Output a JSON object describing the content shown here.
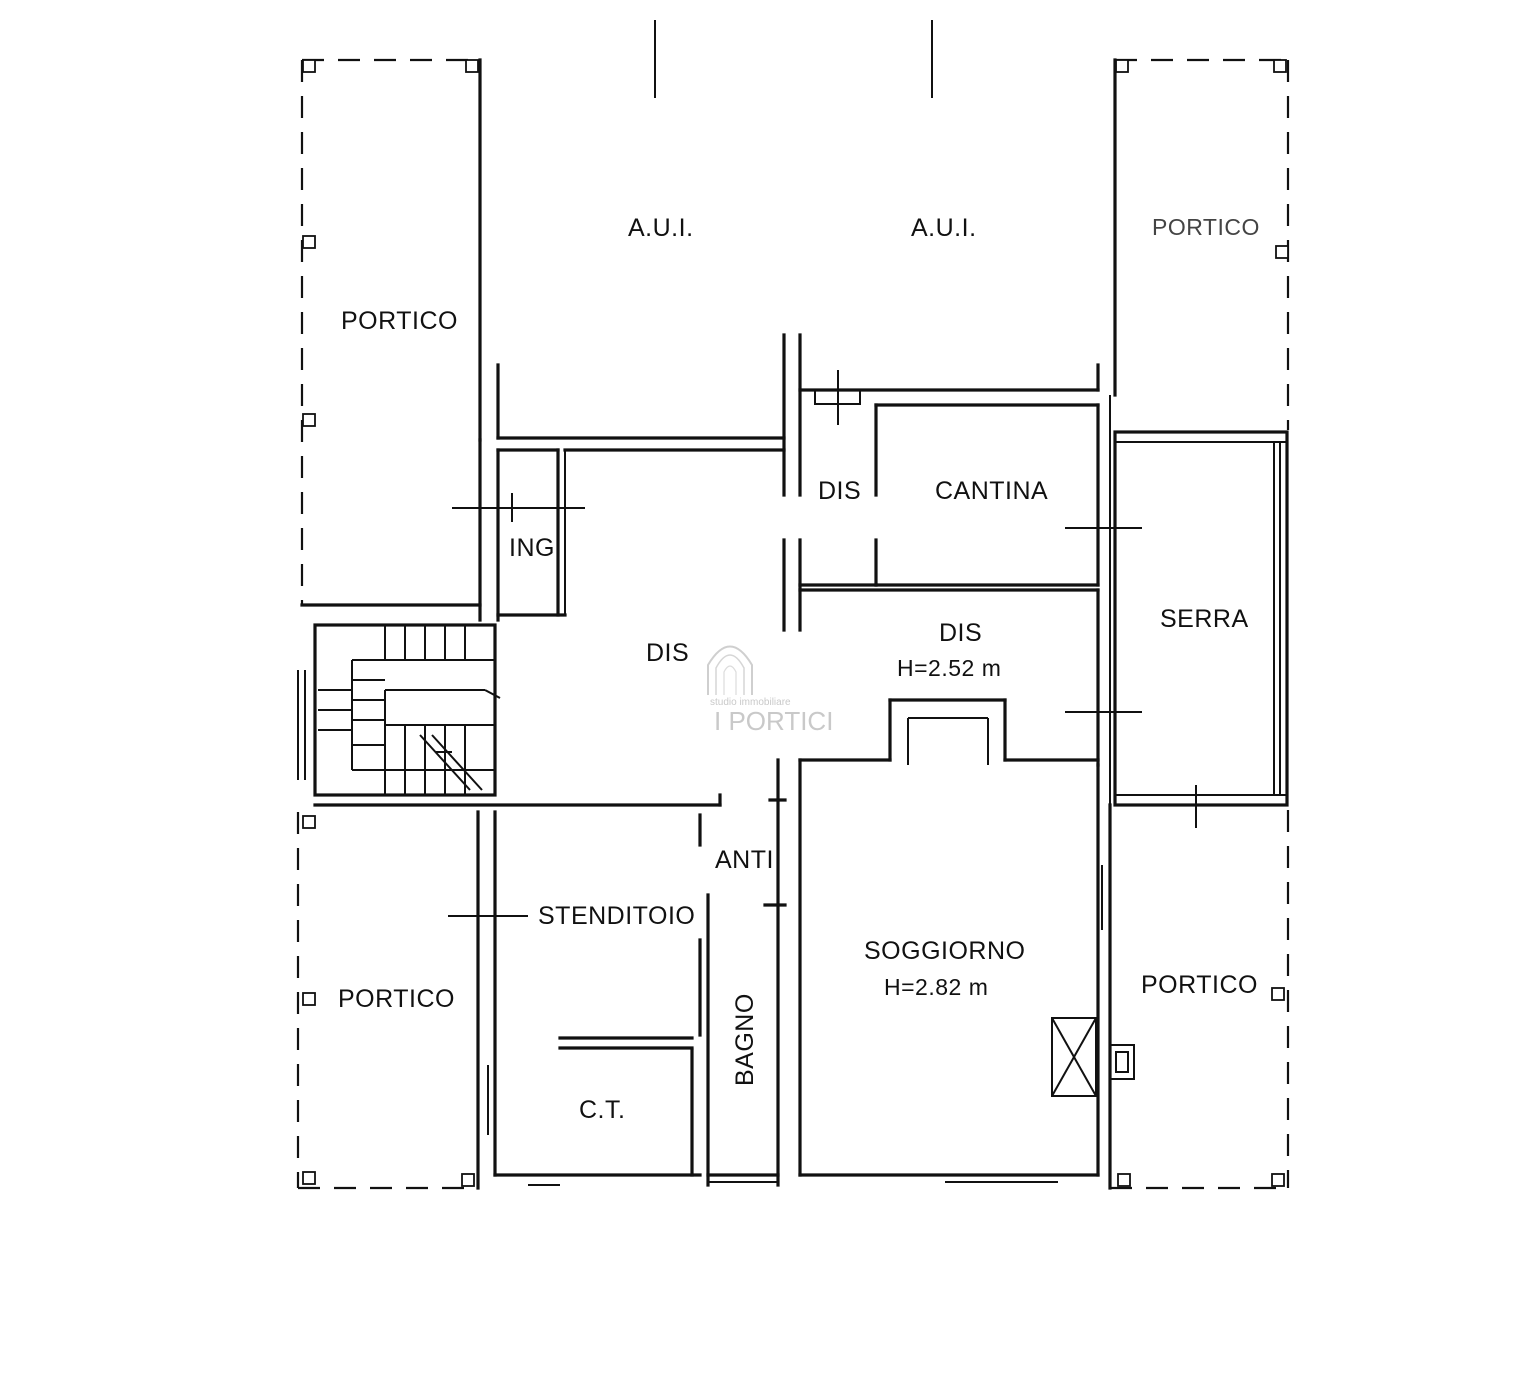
{
  "labels": {
    "aui_left": "A.U.I.",
    "aui_right": "A.U.I.",
    "portico_top_left": "PORTICO",
    "portico_top_right": "PORTICO",
    "portico_bottom_left": "PORTICO",
    "portico_bottom_right": "PORTICO",
    "ing": "ING",
    "dis_small": "DIS",
    "cantina": "CANTINA",
    "dis_main": "DIS",
    "dis_right": "DIS",
    "dis_right_height": "H=2.52 m",
    "serra": "SERRA",
    "anti": "ANTI",
    "stenditoio": "STENDITOIO",
    "bagno": "BAGNO",
    "ct": "C.T.",
    "soggiorno": "SOGGIORNO",
    "soggiorno_height": "H=2.82 m"
  },
  "watermark": {
    "top": "studio immobiliare",
    "brand": "I PORTICI"
  },
  "colors": {
    "line": "#111111",
    "background": "#ffffff",
    "watermark": "#c9c9c9"
  }
}
